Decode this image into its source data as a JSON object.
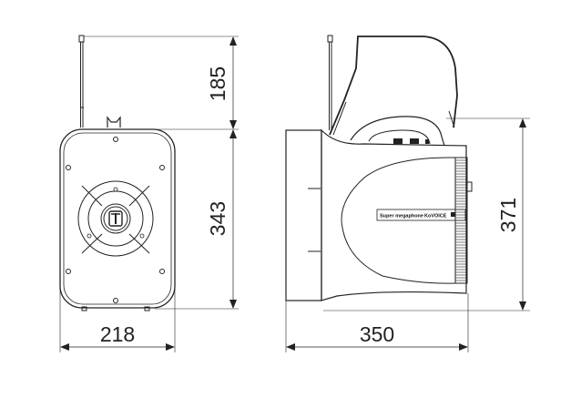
{
  "drawing": {
    "subject": "Super megaphone dimension drawing",
    "front_view": {
      "dimensions": {
        "antenna_height": "185",
        "body_height": "343",
        "width": "218"
      }
    },
    "side_view": {
      "dimensions": {
        "depth": "350",
        "height": "371"
      },
      "label_plate": {
        "text": "Super megaphone",
        "brand": "KoVOICE"
      }
    },
    "colors": {
      "line": "#222222",
      "background": "#ffffff"
    }
  }
}
